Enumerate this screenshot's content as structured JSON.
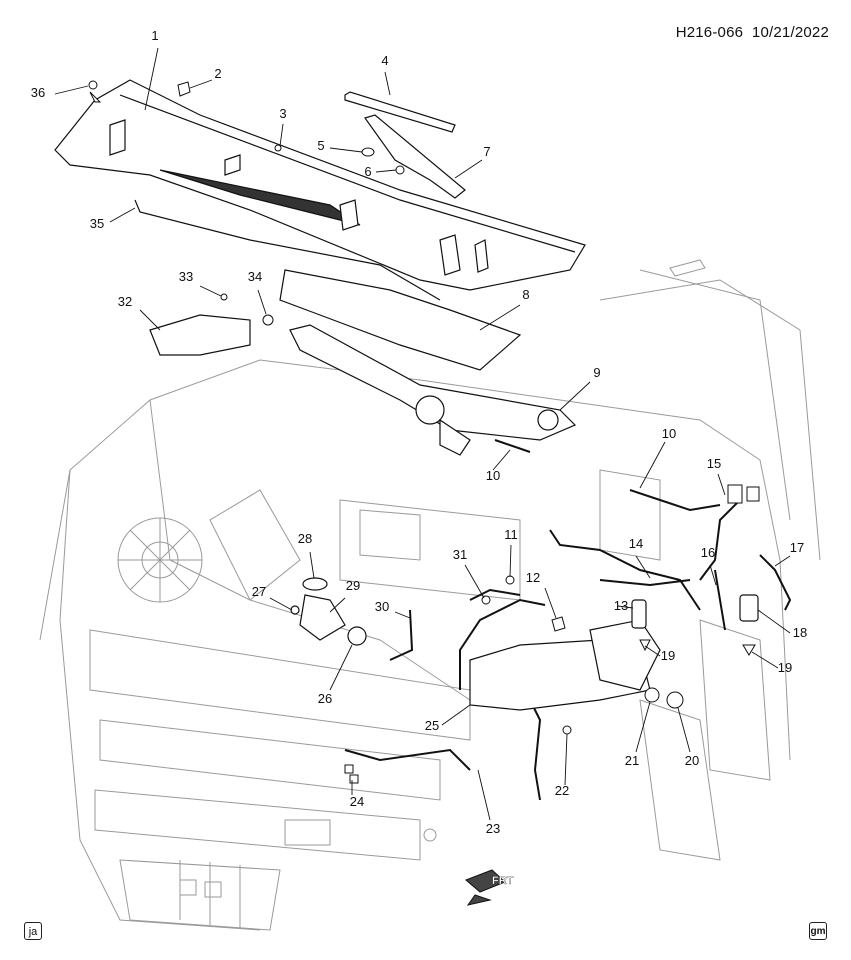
{
  "header": {
    "diagram_id": "H216-066",
    "date": "10/21/2022"
  },
  "callouts": [
    "1",
    "2",
    "3",
    "4",
    "5",
    "6",
    "7",
    "8",
    "9",
    "10",
    "10",
    "11",
    "12",
    "13",
    "14",
    "15",
    "16",
    "17",
    "18",
    "19",
    "19",
    "20",
    "21",
    "22",
    "23",
    "24",
    "25",
    "26",
    "27",
    "28",
    "29",
    "30",
    "31",
    "32",
    "33",
    "34",
    "35",
    "36"
  ],
  "front_arrow_label": "FRT",
  "footer": {
    "artist_initials": "ja",
    "brand_logo": "gm"
  },
  "colors": {
    "line": "#111111",
    "background": "#ffffff",
    "ghost": "#9a9a9a"
  }
}
